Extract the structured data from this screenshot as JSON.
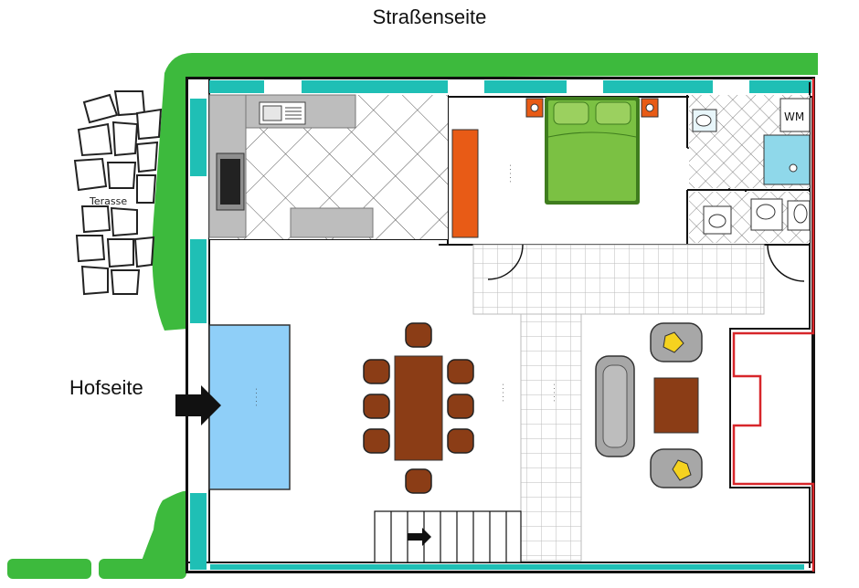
{
  "labels": {
    "street_side": "Straßenseite",
    "yard_side": "Hofseite",
    "terrace": "Terasse",
    "washer": "WM"
  },
  "colors": {
    "lawn": "#3dba3d",
    "window": "#1fbfb5",
    "wall": "#111111",
    "bed": "#7bc143",
    "bed_frame": "#3f7d1e",
    "wardrobe": "#e85b16",
    "table": "#8b3d16",
    "chairs": "#8b3d16",
    "sofa": "#a7a7a7",
    "bath": "#8fd8ea",
    "sofa_bed": "#8fcff8",
    "cushions": "#f5d21f",
    "side_wall": "#d7262a"
  },
  "icons": [
    "arrow-right-icon",
    "stair-arrow-icon",
    "bed-icon",
    "sink-icon",
    "stove-icon",
    "toilet-icon",
    "shower-icon"
  ]
}
